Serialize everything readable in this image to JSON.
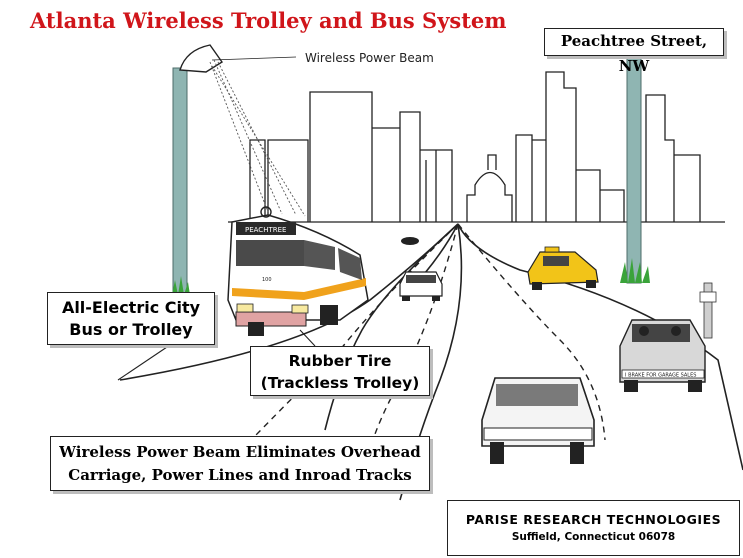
{
  "title": "Atlanta Wireless Trolley and Bus System",
  "callouts": {
    "wireless_power_beam": "Wireless Power Beam"
  },
  "labels": {
    "street": "Peachtree Street, NW",
    "bus_line1": "All-Electric City",
    "bus_line2": "Bus or Trolley",
    "tire_line1": "Rubber Tire",
    "tire_line2": "(Trackless Trolley)",
    "beam_line1": "Wireless Power Beam Eliminates Overhead",
    "beam_line2": "Carriage, Power Lines and Inroad Tracks"
  },
  "vehicle_text": {
    "trolley_destination": "PEACHTREE",
    "trolley_number": "100",
    "car_bumper_sticker": "I BRAKE FOR GARAGE SALES"
  },
  "company": {
    "name": "PARISE RESEARCH TECHNOLOGIES",
    "location": "Suffield, Connecticut 06078"
  },
  "colors": {
    "title": "#d0151a",
    "pole": "#8fb5b2",
    "trolley_stripe": "#f0a21c",
    "taxi": "#f2c418",
    "grass": "#3aa33a"
  }
}
